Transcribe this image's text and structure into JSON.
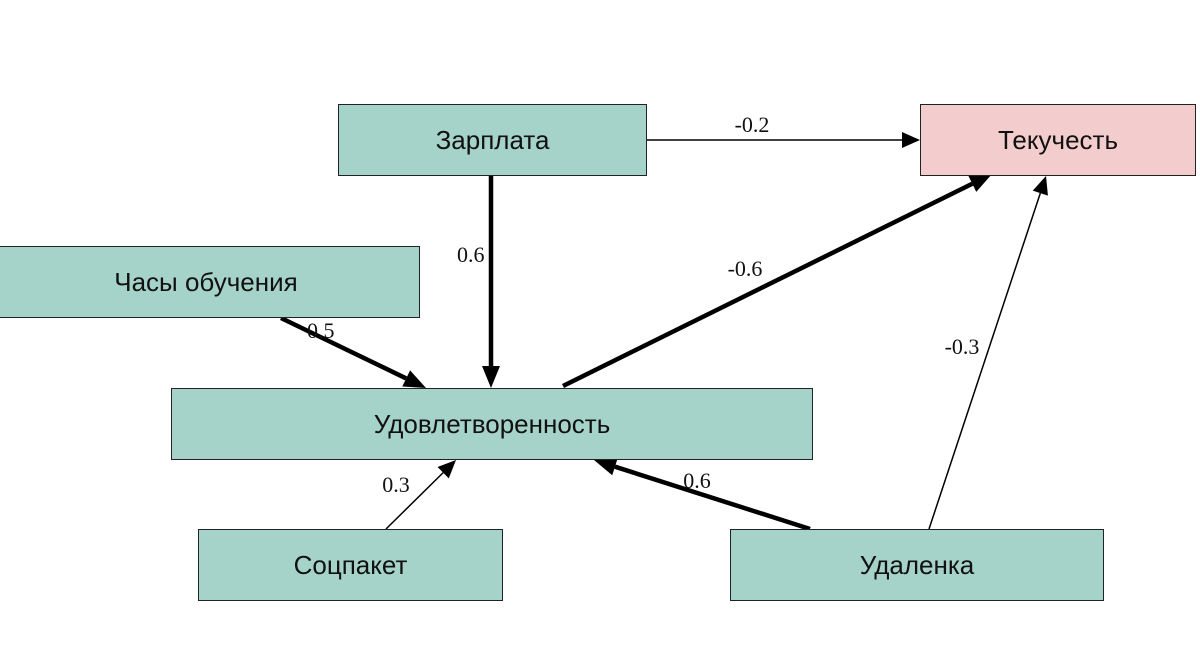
{
  "colors": {
    "node_fill": "#a6d3c9",
    "target_fill": "#f3cccd",
    "edge": "#000000"
  },
  "nodes": {
    "salary": "Зарплата",
    "turnover": "Текучесть",
    "training_hours": "Часы обучения",
    "satisfaction": "Удовлетворенность",
    "social_package": "Соцпакет",
    "remote": "Удаленка"
  },
  "edges": [
    {
      "from": "salary",
      "to": "turnover",
      "weight": "-0.2"
    },
    {
      "from": "salary",
      "to": "satisfaction",
      "weight": "0.6"
    },
    {
      "from": "satisfaction",
      "to": "turnover",
      "weight": "-0.6"
    },
    {
      "from": "training_hours",
      "to": "satisfaction",
      "weight": "0.5"
    },
    {
      "from": "remote",
      "to": "turnover",
      "weight": "-0.3"
    },
    {
      "from": "social_package",
      "to": "satisfaction",
      "weight": "0.3"
    },
    {
      "from": "remote",
      "to": "satisfaction",
      "weight": "0.6"
    }
  ]
}
